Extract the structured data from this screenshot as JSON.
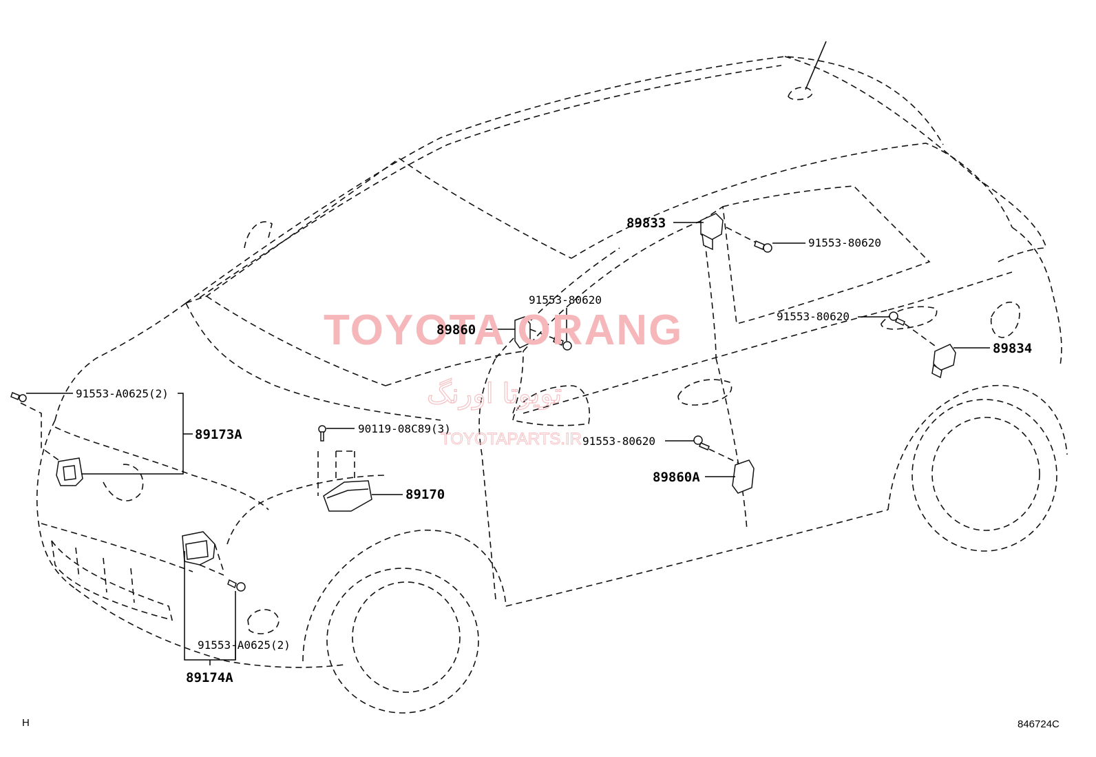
{
  "watermark": {
    "brand": "TOYOTA ORANG",
    "persian": "تویوتا اورنگ",
    "site": "TOYOTAPARTS.IR"
  },
  "labels": {
    "p89833": "89833",
    "p91553_80620_a": "91553-80620",
    "p91553_80620_b": "91553-80620",
    "p89860": "89860",
    "p91553_80620_c": "91553-80620",
    "p89834": "89834",
    "p91553_a0625_top": "91553-A0625(2)",
    "p89173a": "89173A",
    "p90119_08c89": "90119-08C89(3)",
    "p91553_80620_d": "91553-80620",
    "p89860a": "89860A",
    "p89170": "89170",
    "p91553_a0625_bottom": "91553-A0625(2)",
    "p89174a": "89174A"
  },
  "footer": {
    "left_code": "H",
    "drawing_number": "846724C"
  }
}
